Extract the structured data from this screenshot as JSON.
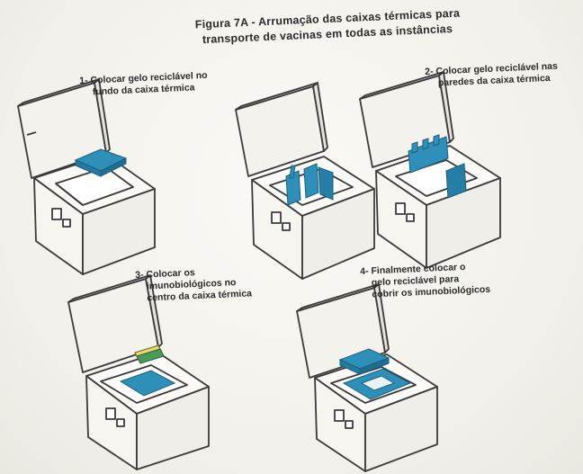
{
  "figure": {
    "title_line1": "Figura 7A - Arrumação das caixas térmicas para",
    "title_line2": "transporte de vacinas em todas as instâncias"
  },
  "steps": [
    {
      "line1": "1- Colocar gelo reciclável no",
      "line2": "fundo da caixa térmica"
    },
    {
      "line1": "2- Colocar gelo reciclável nas",
      "line2": "paredes da caixa térmica"
    },
    {
      "line1": "3- Colocar os",
      "line2": "imunobiológicos no",
      "line3": "centro da caixa térmica"
    },
    {
      "line1": "4- Finalmente colocar o",
      "line2": "gelo reciclável para",
      "line3": "cobrir os imunobiológicos"
    }
  ],
  "colors": {
    "ice_pack": "#2e8fb8",
    "outline": "#3a3a3a"
  }
}
